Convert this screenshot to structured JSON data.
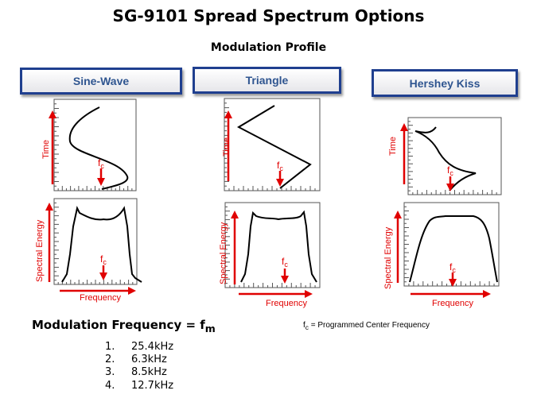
{
  "title": "SG-9101 Spread Spectrum Options",
  "subtitle": "Modulation Profile",
  "profiles": [
    {
      "label": "Sine-Wave"
    },
    {
      "label": "Triangle"
    },
    {
      "label": "Hershey Kiss"
    }
  ],
  "axis": {
    "time": "Time",
    "spectral": "Spectral Energy",
    "frequency": "Frequency",
    "fc": "f",
    "fc_sub": "c"
  },
  "formula": {
    "text": "Modulation Frequency  = f",
    "sub": "m"
  },
  "note": {
    "f": "f",
    "sub": "c",
    "text": " = Programmed Center Frequency"
  },
  "frequencies": [
    {
      "n": "1.",
      "v": "25.4kHz"
    },
    {
      "n": "2.",
      "v": "6.3kHz"
    },
    {
      "n": "3.",
      "v": "8.5kHz"
    },
    {
      "n": "4.",
      "v": "12.7kHz"
    }
  ],
  "colors": {
    "accent": "#e00000",
    "tab_border": "#1f3f8f",
    "tab_text": "#2f5590"
  }
}
